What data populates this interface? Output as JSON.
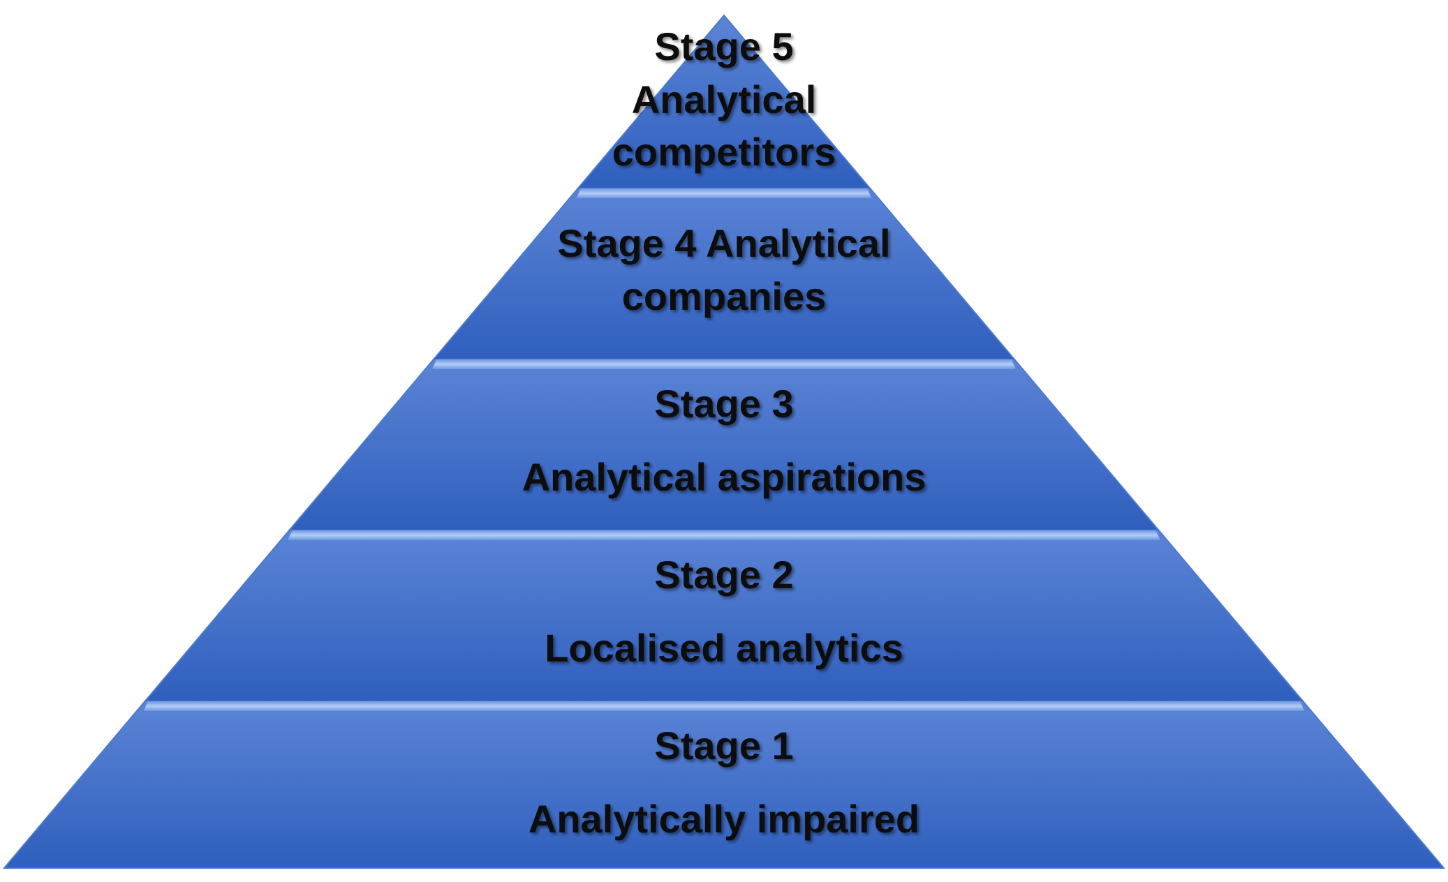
{
  "diagram": {
    "type": "pyramid",
    "colors": {
      "fill_light": "#5b84d6",
      "fill_dark": "#2f5fbd",
      "edge": "#4a78d2",
      "separator_highlight": "#a9c6f5",
      "text": "#0b0b0b",
      "background": "#ffffff"
    },
    "tiers": [
      {
        "level": 5,
        "lines": [
          "Stage 5",
          "Analytical",
          "competitors"
        ]
      },
      {
        "level": 4,
        "lines": [
          "Stage 4 Analytical",
          "companies"
        ]
      },
      {
        "level": 3,
        "lines": [
          "Stage 3",
          "Analytical aspirations"
        ]
      },
      {
        "level": 2,
        "lines": [
          "Stage 2",
          "Localised analytics"
        ]
      },
      {
        "level": 1,
        "lines": [
          "Stage 1",
          "Analytically impaired"
        ]
      }
    ]
  }
}
